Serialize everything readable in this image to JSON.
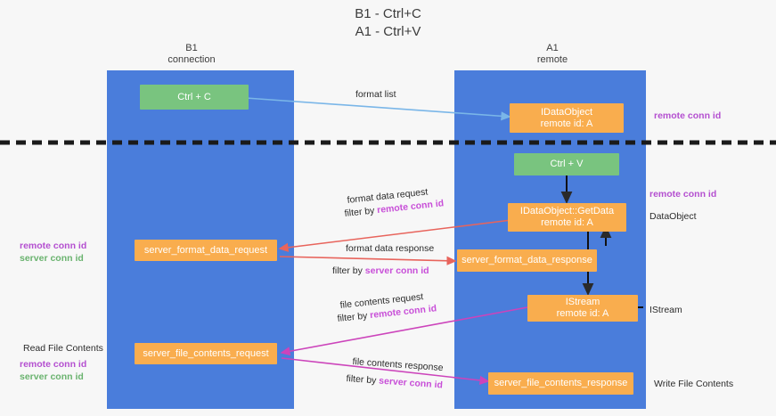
{
  "title_lines": [
    "B1 - Ctrl+C",
    "A1 - Ctrl+V"
  ],
  "lanes": [
    {
      "id": "b1",
      "name": "B1",
      "sub": "connection"
    },
    {
      "id": "a1",
      "name": "A1",
      "sub": "remote"
    }
  ],
  "nodes": {
    "ctrl_c": {
      "label": "Ctrl + C"
    },
    "idataobject": {
      "line1": "IDataObject",
      "line2": "remote id: A"
    },
    "ctrl_v": {
      "label": "Ctrl + V"
    },
    "getdata": {
      "line1": "IDataObject::GetData",
      "line2": "remote id: A"
    },
    "fmt_req": {
      "label": "server_format_data_request"
    },
    "fmt_res": {
      "label": "server_format_data_response"
    },
    "istream": {
      "line1": "IStream",
      "line2": "remote id: A"
    },
    "file_req": {
      "label": "server_file_contents_request"
    },
    "file_res": {
      "label": "server_file_contents_response"
    }
  },
  "edge_labels": {
    "format_list": "format list",
    "fmt_req_l1": "format data request",
    "fmt_req_l2_prefix": "filter by ",
    "fmt_req_l2_key": "remote conn id",
    "fmt_res_l1": "format data response",
    "fmt_res_l2_prefix": "filter by ",
    "fmt_res_l2_key": "server conn id",
    "file_req_l1": "file contents request",
    "file_req_l2_prefix": "filter by ",
    "file_req_l2_key": "remote conn id",
    "file_res_l1": "file contents response",
    "file_res_l2_prefix": "filter by ",
    "file_res_l2_key": "server conn id"
  },
  "side_right": {
    "remote_conn_id_top": "remote conn id",
    "remote_conn_id_mid": "remote conn id",
    "dataobject": "DataObject",
    "istream": "IStream",
    "write_file_contents": "Write File Contents"
  },
  "side_left": {
    "remote_conn_id": "remote conn id",
    "server_conn_id": "server conn id",
    "read_file_contents": "Read File Contents",
    "remote_conn_id_2": "remote conn id",
    "server_conn_id_2": "server conn id"
  },
  "colors": {
    "lane": "#4a7ddb",
    "green_node": "#79c47f",
    "orange_node": "#f9ad4e",
    "purple": "#b44fd0",
    "green_text": "#6ab36f",
    "red_arrow": "#e8645c",
    "blue_arrow": "#7ab6e8",
    "magenta_arrow": "#cc44bb",
    "dashed": "#1a1a1a",
    "background": "#f7f7f7"
  }
}
